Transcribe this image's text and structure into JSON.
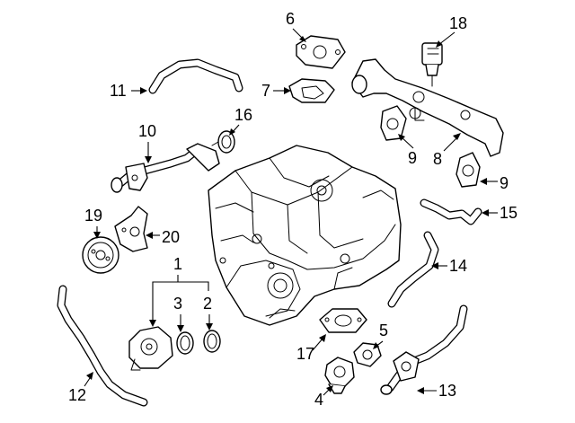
{
  "diagram": {
    "callouts": [
      {
        "id": "c1",
        "text": "1"
      },
      {
        "id": "c2",
        "text": "2"
      },
      {
        "id": "c3",
        "text": "3"
      },
      {
        "id": "c4",
        "text": "4"
      },
      {
        "id": "c5",
        "text": "5"
      },
      {
        "id": "c6",
        "text": "6"
      },
      {
        "id": "c7",
        "text": "7"
      },
      {
        "id": "c8",
        "text": "8"
      },
      {
        "id": "c9a",
        "text": "9"
      },
      {
        "id": "c9b",
        "text": "9"
      },
      {
        "id": "c10",
        "text": "10"
      },
      {
        "id": "c11",
        "text": "11"
      },
      {
        "id": "c12",
        "text": "12"
      },
      {
        "id": "c13",
        "text": "13"
      },
      {
        "id": "c14",
        "text": "14"
      },
      {
        "id": "c15",
        "text": "15"
      },
      {
        "id": "c16",
        "text": "16"
      },
      {
        "id": "c17",
        "text": "17"
      },
      {
        "id": "c18",
        "text": "18"
      },
      {
        "id": "c19",
        "text": "19"
      },
      {
        "id": "c20",
        "text": "20"
      }
    ]
  }
}
